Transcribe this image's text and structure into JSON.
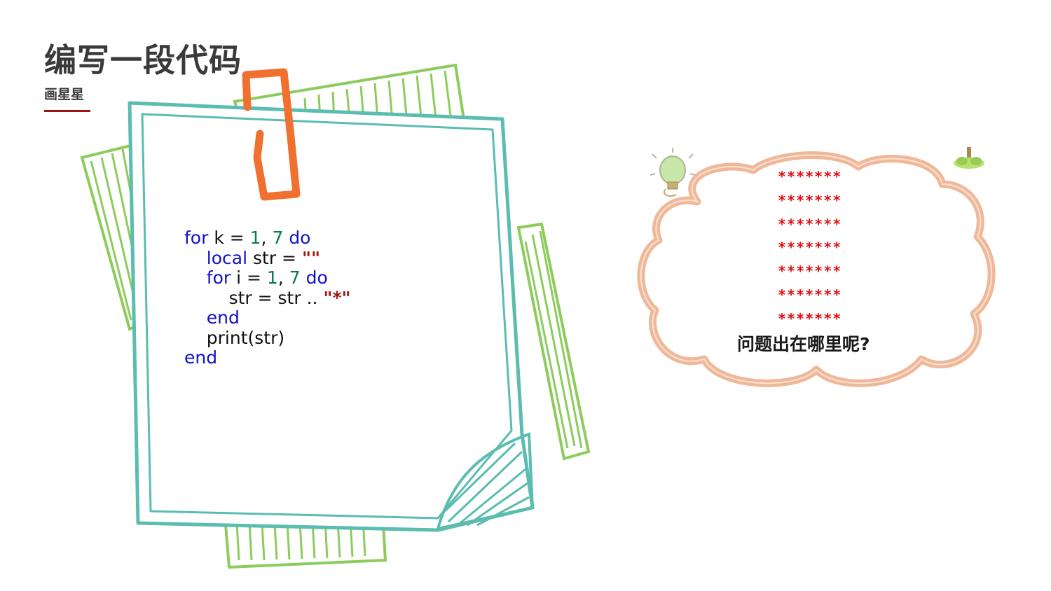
{
  "header": {
    "title": "编写一段代码",
    "subtitle": "画星星",
    "accent_color": "#a31515"
  },
  "code": {
    "lines": [
      [
        {
          "t": "for",
          "c": "kw"
        },
        {
          "t": " k = ",
          "c": ""
        },
        {
          "t": "1",
          "c": "num"
        },
        {
          "t": ", ",
          "c": ""
        },
        {
          "t": "7",
          "c": "num"
        },
        {
          "t": " ",
          "c": ""
        },
        {
          "t": "do",
          "c": "kw"
        }
      ],
      [
        {
          "t": "    ",
          "c": ""
        },
        {
          "t": "local",
          "c": "kw"
        },
        {
          "t": " str = ",
          "c": ""
        },
        {
          "t": "\"\"",
          "c": "strlit"
        }
      ],
      [
        {
          "t": "    ",
          "c": ""
        },
        {
          "t": "for",
          "c": "kw"
        },
        {
          "t": " i = ",
          "c": ""
        },
        {
          "t": "1",
          "c": "num"
        },
        {
          "t": ", ",
          "c": ""
        },
        {
          "t": "7",
          "c": "num"
        },
        {
          "t": " ",
          "c": ""
        },
        {
          "t": "do",
          "c": "kw"
        }
      ],
      [
        {
          "t": "        str = str .. ",
          "c": ""
        },
        {
          "t": "\"*\"",
          "c": "strlit"
        }
      ],
      [
        {
          "t": "    ",
          "c": ""
        },
        {
          "t": "end",
          "c": "kw"
        }
      ],
      [
        {
          "t": "    print(str)",
          "c": ""
        }
      ],
      [
        {
          "t": "end",
          "c": "kw"
        }
      ]
    ]
  },
  "output": {
    "rows": [
      "*******",
      "*******",
      "*******",
      "*******",
      "*******",
      "*******",
      "*******"
    ],
    "star_color": "#e01010",
    "question": "问题出在哪里呢?"
  },
  "decor": {
    "paper_frame_color": "#5bbcb0",
    "back_paper_color": "#8ccc5c",
    "clip_color": "#f07030",
    "cloud_color": "#f0b898",
    "icons": [
      "paper-clip-icon",
      "lightbulb-icon",
      "plant-icon"
    ]
  }
}
